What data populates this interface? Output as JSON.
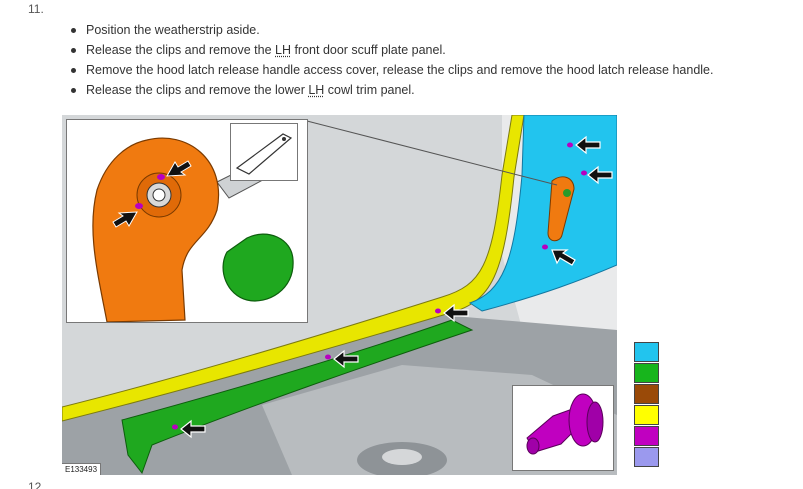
{
  "step": {
    "number": "11.",
    "items": [
      {
        "parts": [
          {
            "text": "Position the weatherstrip aside."
          }
        ]
      },
      {
        "parts": [
          {
            "text": "Release the clips and remove the "
          },
          {
            "text": "LH",
            "abbr": true
          },
          {
            "text": " front door scuff plate panel."
          }
        ]
      },
      {
        "parts": [
          {
            "text": "Remove the hood latch release handle access cover, release the clips and remove the hood latch release handle."
          }
        ]
      },
      {
        "parts": [
          {
            "text": "Release the clips and remove the lower "
          },
          {
            "text": "LH",
            "abbr": true
          },
          {
            "text": " cowl trim panel."
          }
        ]
      }
    ]
  },
  "figure": {
    "id": "E133493"
  },
  "next_step": {
    "number": "12."
  },
  "legend": {
    "colors": [
      "#22c4ee",
      "#17b51c",
      "#9a4a08",
      "#ffff00",
      "#c000c0",
      "#9b99ee"
    ]
  },
  "illustration_colors": {
    "cowl_panel": "#22c4ee",
    "scuff_plate": "#1fa81f",
    "weatherstrip": "#e8e600",
    "handle": "#f07a10",
    "clip": "#b800c0",
    "arrow": "#111111"
  }
}
